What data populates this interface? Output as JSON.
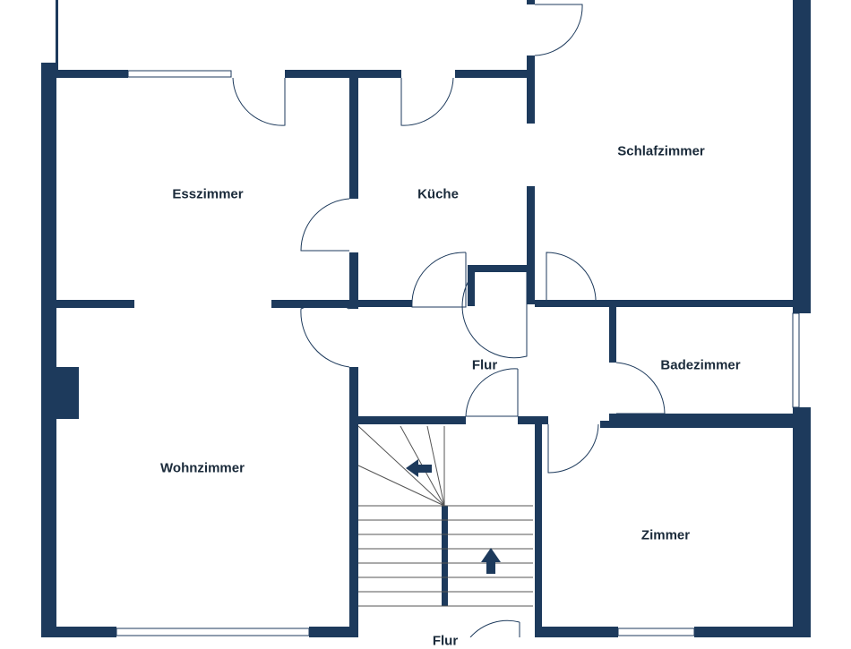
{
  "floorplan": {
    "wall_color": "#1d3a5c",
    "rooms": {
      "esszimmer": "Esszimmer",
      "kueche": "Küche",
      "schlafzimmer": "Schlafzimmer",
      "flur": "Flur",
      "badezimmer": "Badezimmer",
      "wohnzimmer": "Wohnzimmer",
      "zimmer": "Zimmer",
      "flur_lower": "Flur"
    },
    "icons": [
      "stair-arrow-left-icon",
      "stair-arrow-up-icon"
    ]
  }
}
